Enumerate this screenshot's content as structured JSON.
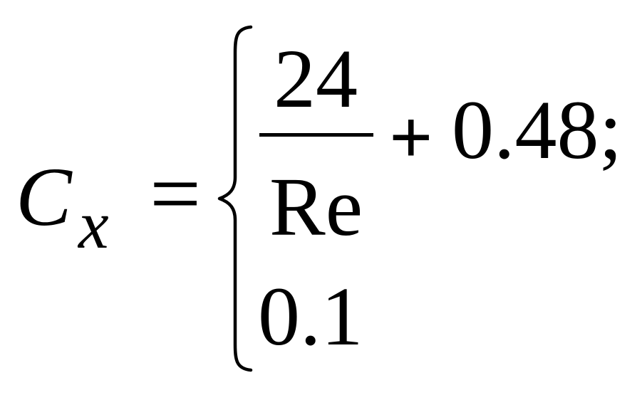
{
  "formula": {
    "lhs": {
      "symbol": "C",
      "subscript": "x"
    },
    "relation": "=",
    "cases": [
      {
        "numerator": "24",
        "denominator": "Re",
        "operator": "+",
        "constant": "0.48",
        "terminator": ";"
      },
      {
        "value": "0.1"
      }
    ]
  }
}
